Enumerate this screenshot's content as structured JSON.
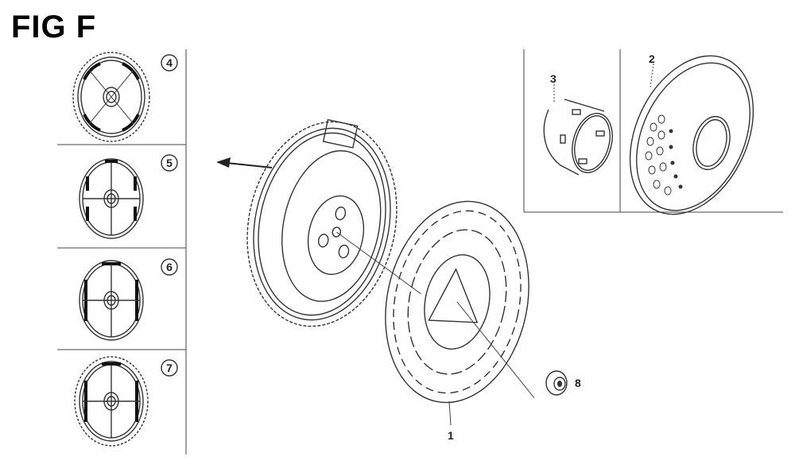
{
  "title": "FIG F",
  "callouts": {
    "fan": "1",
    "cover": "2",
    "sleeve": "3",
    "variant_a": "4",
    "variant_b": "5",
    "variant_c": "6",
    "variant_d": "7",
    "nut": "8"
  }
}
